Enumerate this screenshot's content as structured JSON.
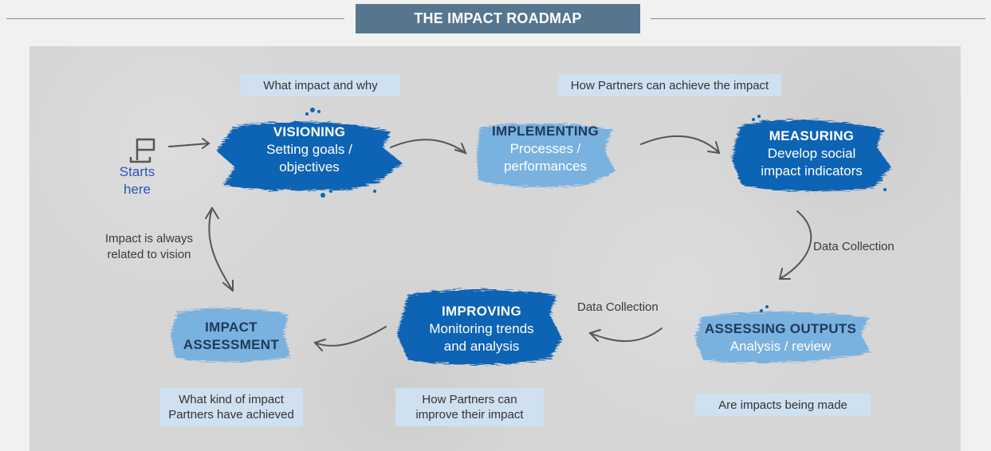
{
  "title": "THE IMPACT ROADMAP",
  "start": {
    "label_line1": "Starts",
    "label_line2": "here",
    "icon": "flag-icon"
  },
  "tags": {
    "what_impact": "What impact and why",
    "how_achieve": "How Partners can achieve the impact",
    "kind_impact_1": "What kind of impact",
    "kind_impact_2": "Partners have achieved",
    "how_improve_1": "How Partners can",
    "how_improve_2": "improve their impact",
    "being_made": "Are impacts being made"
  },
  "nodes": {
    "visioning": {
      "heading": "VISIONING",
      "line1": "Setting goals /",
      "line2": "objectives"
    },
    "implementing": {
      "heading": "IMPLEMENTING",
      "line1": "Processes /",
      "line2": "performances"
    },
    "measuring": {
      "heading": "MEASURING",
      "line1": "Develop social",
      "line2": "impact indicators"
    },
    "assessing": {
      "heading": "ASSESSING OUTPUTS",
      "line1": "Analysis / review"
    },
    "improving": {
      "heading": "IMPROVING",
      "line1": "Monitoring trends",
      "line2": "and analysis"
    },
    "impact_assessment": {
      "heading1": "IMPACT",
      "heading2": "ASSESSMENT"
    }
  },
  "notes": {
    "data_collection_right": "Data Collection",
    "data_collection_bottom": "Data Collection",
    "vision_line1": "Impact is always",
    "vision_line2": "related to vision"
  },
  "colors": {
    "dark_blue": "#0f64b4",
    "light_blue": "#79b1df",
    "header_bg": "#56768f",
    "start_text": "#2a55b5"
  }
}
